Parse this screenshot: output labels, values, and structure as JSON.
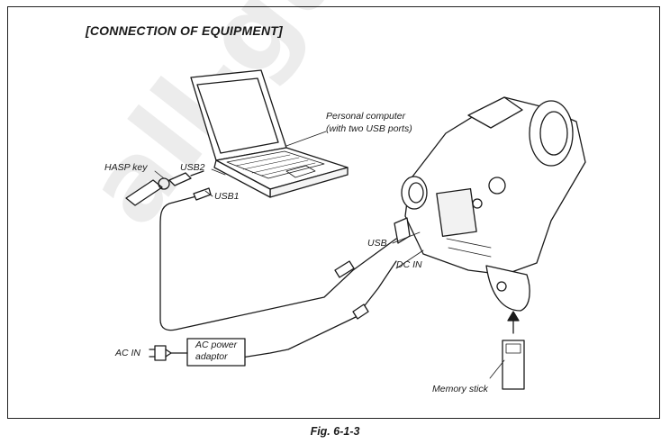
{
  "title": "[CONNECTION OF EQUIPMENT]",
  "figure_caption": "Fig. 6-1-3",
  "watermark": "all-guides.",
  "labels": {
    "personal_computer_1": "Personal computer",
    "personal_computer_2": "(with two USB ports)",
    "hasp_key": "HASP key",
    "usb2": "USB2",
    "usb1": "USB1",
    "usb": "USB",
    "dc_in": "DC IN",
    "ac_in": "AC IN",
    "ac_power_1": "AC power",
    "ac_power_2": "adaptor",
    "memory_stick": "Memory stick"
  },
  "colors": {
    "line": "#1a1a1a",
    "watermark": "#000000"
  }
}
